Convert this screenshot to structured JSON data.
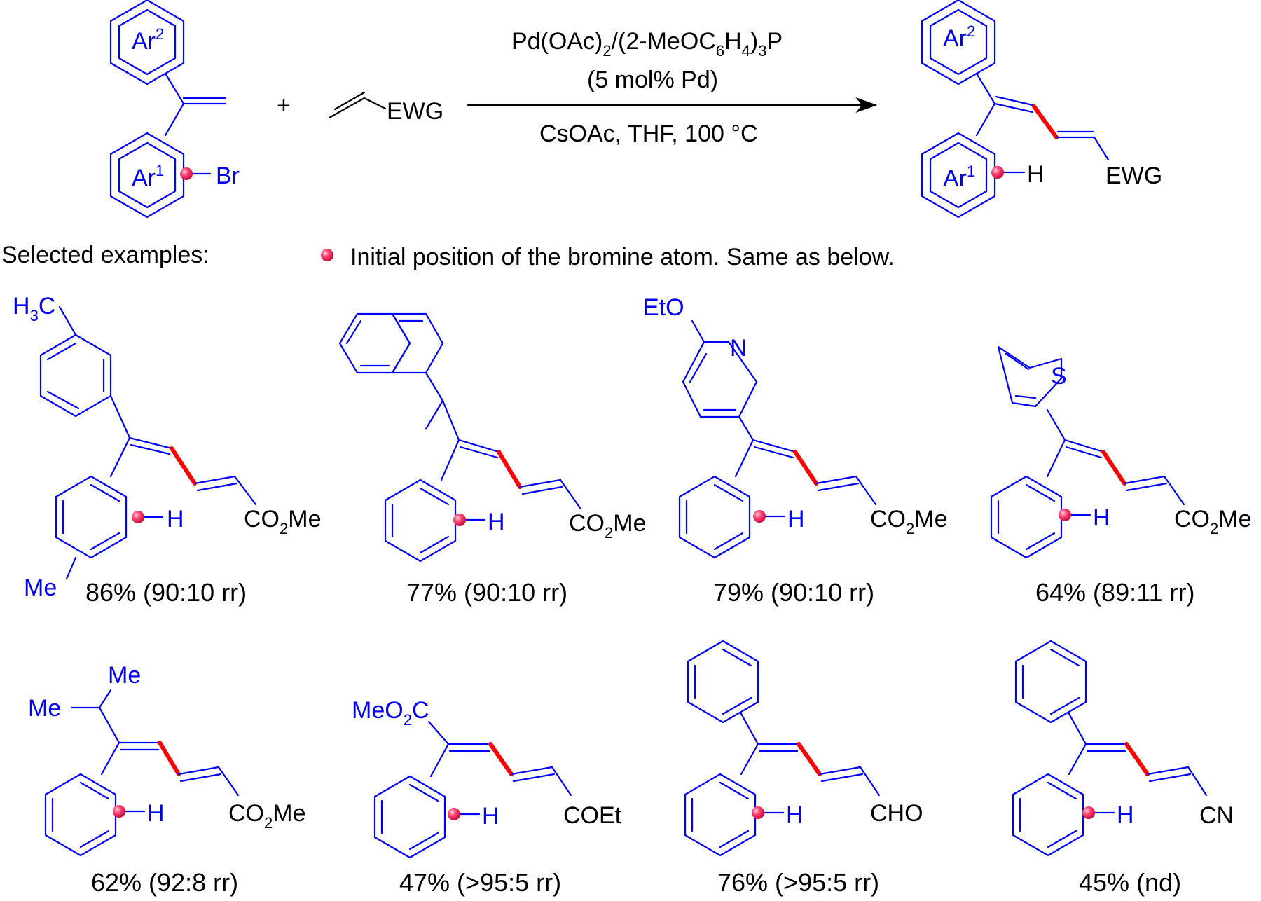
{
  "reaction": {
    "reactant_ar2": "Ar",
    "reactant_ar2_sup": "2",
    "reactant_ar1": "Ar",
    "reactant_ar1_sup": "1",
    "reactant_br": "Br",
    "plus": "+",
    "reagent_ewg": "EWG",
    "conditions_line1_a": "Pd(OAc)",
    "conditions_line1_b": "2",
    "conditions_line1_c": "/(2-MeOC",
    "conditions_line1_d": "6",
    "conditions_line1_e": "H",
    "conditions_line1_f": "4",
    "conditions_line1_g": ")",
    "conditions_line1_h": "3",
    "conditions_line1_i": "P",
    "conditions_line2": "(5 mol% Pd)",
    "conditions_line3": "CsOAc, THF, 100 °C",
    "product_ar2": "Ar",
    "product_ar2_sup": "2",
    "product_ar1": "Ar",
    "product_ar1_sup": "1",
    "product_h": "H",
    "product_ewg": "EWG"
  },
  "legend": {
    "selected_label": "Selected examples:",
    "dot_note": "Initial position of the bromine atom. Same as below."
  },
  "examples": [
    {
      "substituent_top": "H",
      "substituent_top_sub": "3",
      "substituent_top_b": "C",
      "substituent_bottom": "Me",
      "h": "H",
      "ewg_a": "CO",
      "ewg_sub": "2",
      "ewg_b": "Me",
      "yield": "86% (90:10 rr)"
    },
    {
      "h": "H",
      "ewg_a": "CO",
      "ewg_sub": "2",
      "ewg_b": "Me",
      "yield": "77% (90:10 rr)"
    },
    {
      "substituent_top": "EtO",
      "hetero": "N",
      "h": "H",
      "ewg_a": "CO",
      "ewg_sub": "2",
      "ewg_b": "Me",
      "yield": "79% (90:10 rr)"
    },
    {
      "hetero": "S",
      "h": "H",
      "ewg_a": "CO",
      "ewg_sub": "2",
      "ewg_b": "Me",
      "yield": "64% (89:11 rr)"
    },
    {
      "me1": "Me",
      "me2": "Me",
      "h": "H",
      "ewg_a": "CO",
      "ewg_sub": "2",
      "ewg_b": "Me",
      "yield": "62% (92:8 rr)"
    },
    {
      "substituent_a": "MeO",
      "substituent_sub": "2",
      "substituent_b": "C",
      "h": "H",
      "ewg_a": "COEt",
      "yield": "47% (>95:5 rr)"
    },
    {
      "h": "H",
      "ewg_a": "CHO",
      "yield": "76% (>95:5 rr)"
    },
    {
      "h": "H",
      "ewg_a": "CN",
      "yield": "45% (nd)"
    }
  ],
  "colors": {
    "structure": "#0000ff",
    "new_bond": "#ff0000",
    "text": "#000000",
    "dot": "#ff3366"
  }
}
